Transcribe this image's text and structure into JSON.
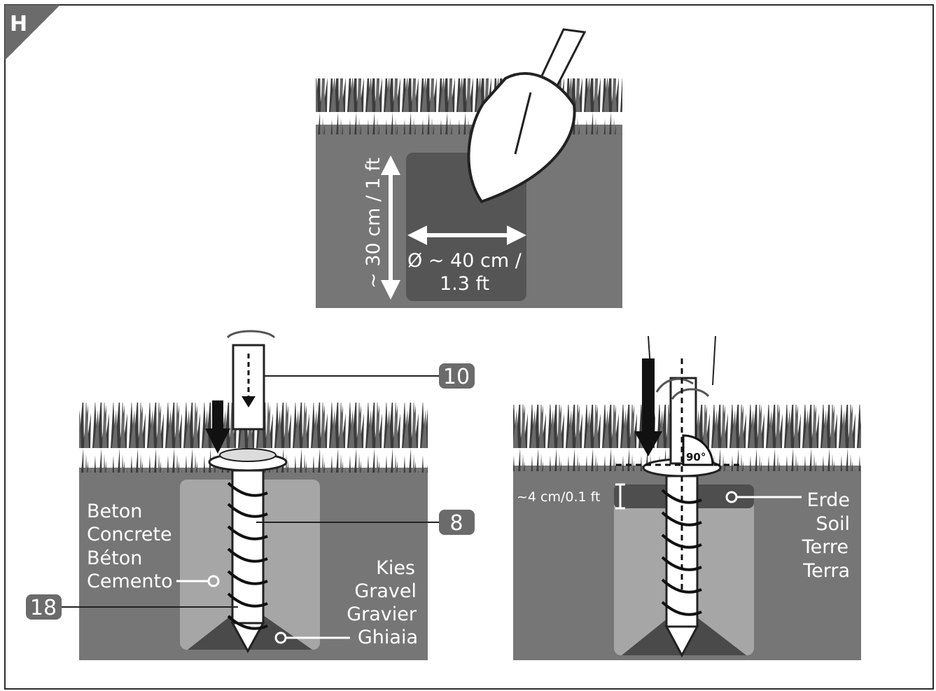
{
  "section_letter": "H",
  "panel_dig": {
    "depth_label": "~ 30 cm / 1 ft",
    "diameter_line1": "Ø ~ 40 cm /",
    "diameter_line2": "1.3 ft"
  },
  "panel_concrete": {
    "part_top": "10",
    "part_middle": "8",
    "part_bottom": "18",
    "concrete_labels": [
      "Beton",
      "Concrete",
      "Béton",
      "Cemento"
    ],
    "gravel_labels": [
      "Kies",
      "Gravel",
      "Gravier",
      "Ghiaia"
    ]
  },
  "panel_soil": {
    "angle_label": "90°",
    "soil_depth_label": "~4 cm/0.1 ft",
    "soil_labels": [
      "Erde",
      "Soil",
      "Terre",
      "Terra"
    ]
  },
  "colors": {
    "ground": "#767676",
    "hole": "#555555",
    "concrete": "#a6a6a6",
    "gravel": "#4a4a4a",
    "grass": "#3c3c3c",
    "badge": "#6b6b6b",
    "frame": "#2b2b2b"
  }
}
